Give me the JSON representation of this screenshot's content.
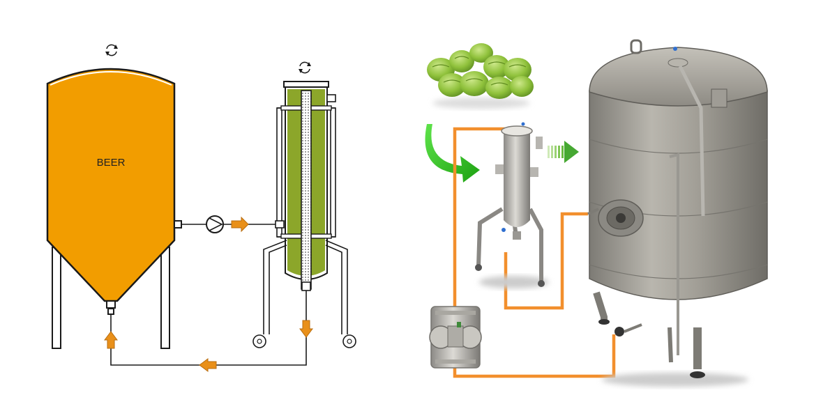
{
  "left_diagram": {
    "tank_label": "BEER",
    "icons": [
      "refresh-icon",
      "refresh-icon",
      "pump-icon",
      "flow-arrow-icon"
    ],
    "colors": {
      "beer": "#f29d00",
      "hop_filter": "#8ca62a",
      "pipe_arrow": "#e9901a",
      "outline": "#1a1a1a"
    }
  },
  "right_diagram": {
    "elements": [
      "hop-cones",
      "hop-filter-vessel",
      "membrane-pump",
      "storage-tank"
    ],
    "icons": [
      "curved-arrow-icon",
      "striped-arrow-icon"
    ],
    "colors": {
      "pipe": "#f28f2d",
      "green_arrow": "#2fc21a",
      "steel": "#9c9a93",
      "hops": "#8fc13b"
    }
  }
}
